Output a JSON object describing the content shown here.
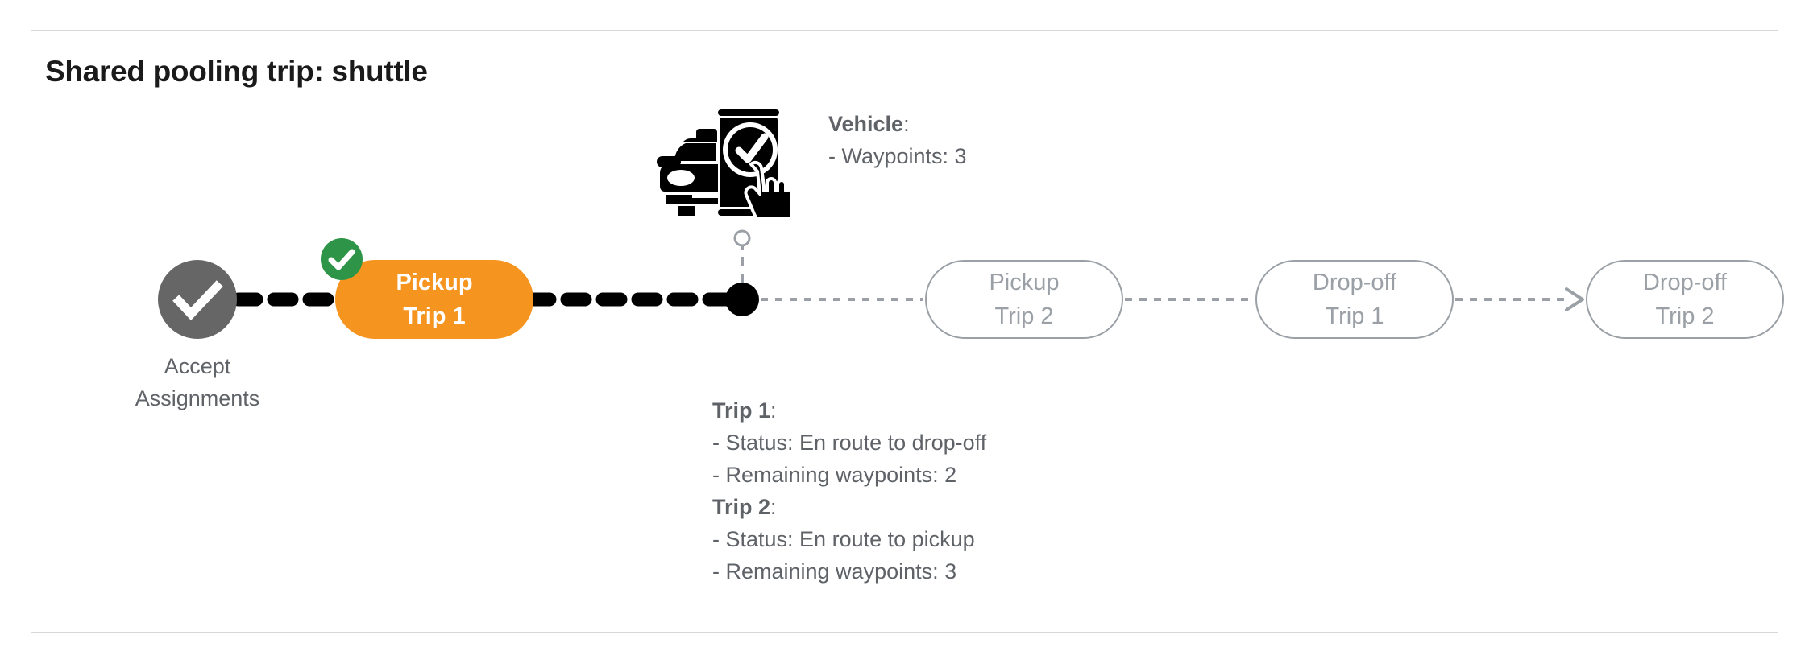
{
  "header": {
    "title": "Shared pooling trip: shuttle"
  },
  "colors": {
    "active_node": "#f5941f",
    "completed_badge": "#2e9448",
    "accept_node": "#666666",
    "pending_border": "#9aa0a6",
    "pending_text": "#9aa0a6",
    "body_text": "#5f6368",
    "rule": "#d8d8d8",
    "active_path": "#000000",
    "pending_path": "#9aa0a6"
  },
  "timeline": {
    "accept_node": {
      "label_line1": "Accept",
      "label_line2": "Assignments",
      "icon": "check-circle-icon",
      "state": "completed"
    },
    "nodes": [
      {
        "id": "pickup-trip-1",
        "line1": "Pickup",
        "line2": "Trip 1",
        "state": "completed",
        "badge": "check-badge-icon"
      },
      {
        "id": "pickup-trip-2",
        "line1": "Pickup",
        "line2": "Trip 2",
        "state": "pending"
      },
      {
        "id": "dropoff-trip-1",
        "line1": "Drop-off",
        "line2": "Trip 1",
        "state": "pending"
      },
      {
        "id": "dropoff-trip-2",
        "line1": "Drop-off",
        "line2": "Trip 2",
        "state": "pending"
      }
    ],
    "vehicle_marker": {
      "icon": "vehicle-app-check-icon",
      "connector": "dashed-leader-line"
    }
  },
  "vehicle_info": {
    "heading": "Vehicle",
    "heading_suffix": ":",
    "waypoints_label": "- Waypoints: ",
    "waypoints_value": "3"
  },
  "trip_info": {
    "trip1": {
      "heading": "Trip 1",
      "heading_suffix": ":",
      "status_label": "- Status:  ",
      "status_value": "En route to drop-off",
      "waypoints_label": "- Remaining waypoints: ",
      "waypoints_value": "2"
    },
    "trip2": {
      "heading": "Trip 2",
      "heading_suffix": ":",
      "status_label": "- Status:  ",
      "status_value": "En route to pickup",
      "waypoints_label": "- Remaining waypoints: ",
      "waypoints_value": "3"
    }
  }
}
